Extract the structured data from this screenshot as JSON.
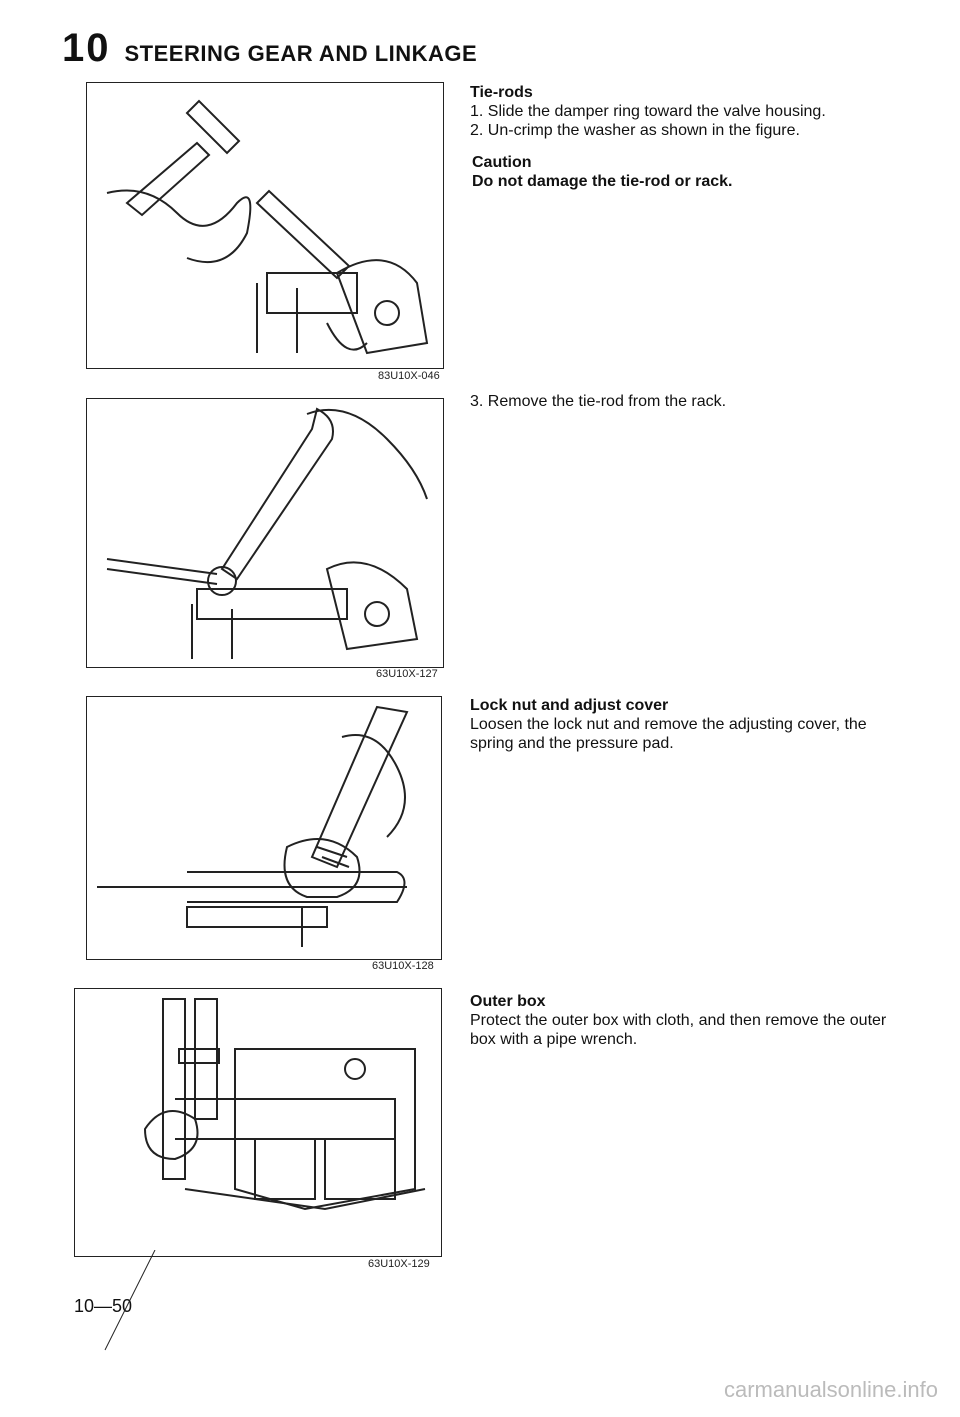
{
  "header": {
    "section_number": "10",
    "section_title": "STEERING GEAR AND LINKAGE"
  },
  "figures": [
    {
      "code": "83U10X-046",
      "icon": "hammer-and-chisel-illustration"
    },
    {
      "code": "63U10X-127",
      "icon": "wrench-on-tie-rod-illustration"
    },
    {
      "code": "63U10X-128",
      "icon": "adjustable-wrench-illustration"
    },
    {
      "code": "63U10X-129",
      "icon": "pipe-wrench-illustration"
    }
  ],
  "sections": {
    "tie_rods": {
      "heading": "Tie-rods",
      "steps": [
        "1. Slide the damper ring toward the valve housing.",
        "2. Un-crimp the washer as shown in the figure."
      ],
      "caution_label": "Caution",
      "caution_text": "Do not damage the tie-rod or rack.",
      "step3": "3. Remove the tie-rod from the rack."
    },
    "lock_nut": {
      "heading": "Lock nut and adjust cover",
      "body": "Loosen the lock nut and remove the adjusting cover, the spring and the pressure pad."
    },
    "outer_box": {
      "heading": "Outer box",
      "body": "Protect the outer box with cloth, and then remove the outer box with a pipe wrench."
    }
  },
  "page_number": "10—50",
  "footer": {
    "watermark": "carmanualsonline.info"
  }
}
